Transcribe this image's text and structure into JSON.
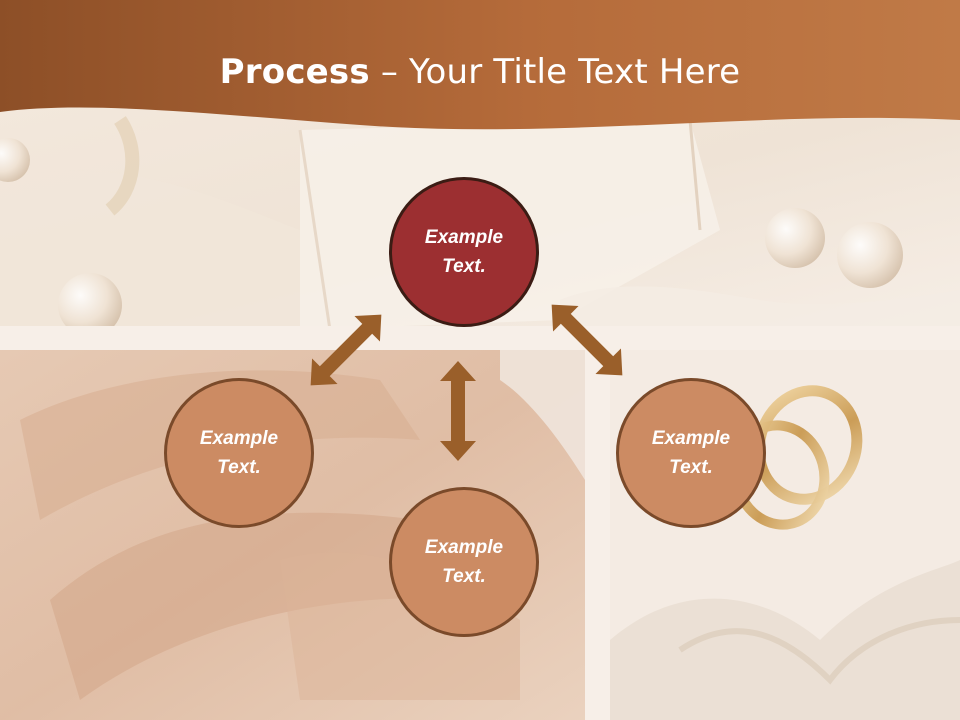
{
  "slide": {
    "title_bold": "Process",
    "title_dash": " – ",
    "title_rest": "Your Title Text Here"
  },
  "nodes": [
    {
      "role": "top",
      "line1": "Example",
      "line2": "Text."
    },
    {
      "role": "left",
      "line1": "Example",
      "line2": "Text."
    },
    {
      "role": "bottom",
      "line1": "Example",
      "line2": "Text."
    },
    {
      "role": "right",
      "line1": "Example",
      "line2": "Text."
    }
  ],
  "colors": {
    "header_brown": "#b26a3c",
    "primary_node": "#9c2f31",
    "secondary_node": "#cc8b63",
    "arrow": "#9a5f2a"
  },
  "icons": [
    "double-arrow-icon"
  ]
}
